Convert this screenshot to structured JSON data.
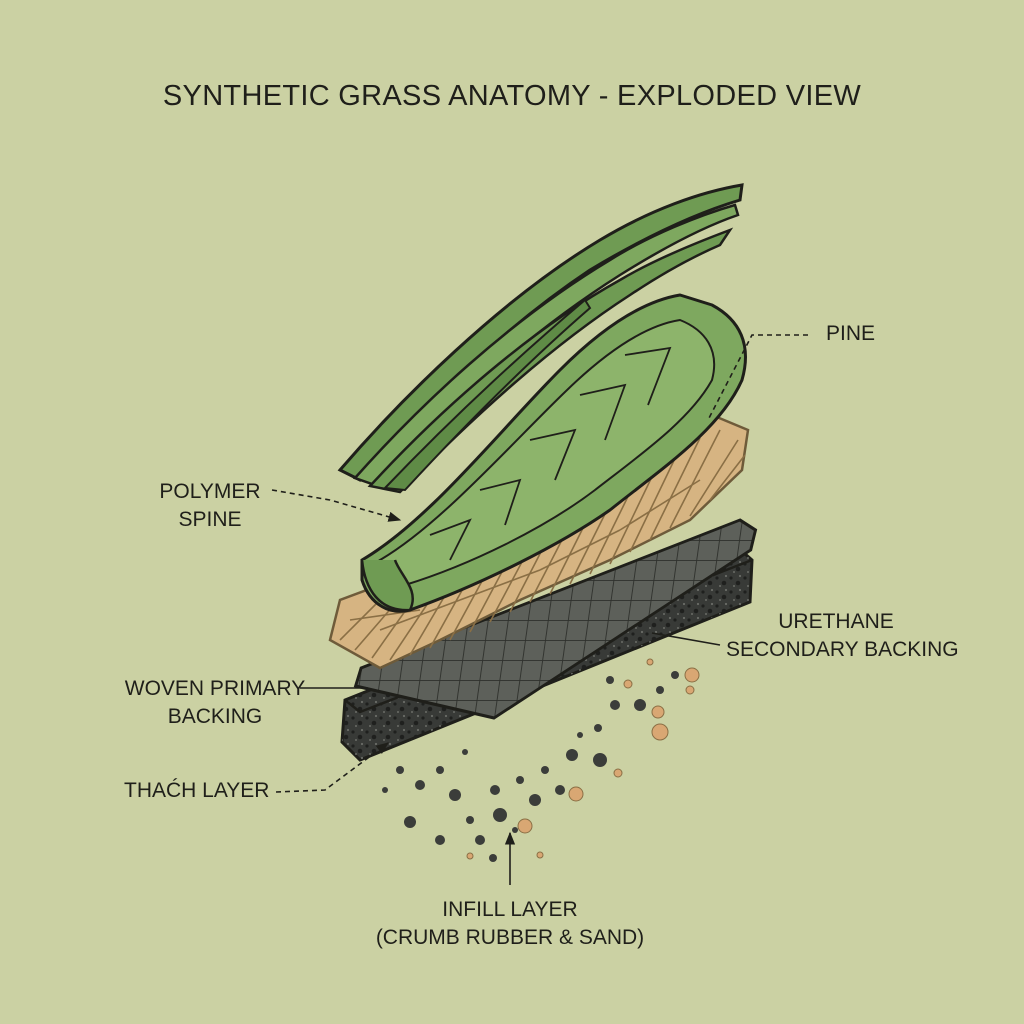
{
  "title": "SYNTHETIC GRASS ANATOMY - EXPLODED VIEW",
  "labels": {
    "pine": "PINE",
    "polymer_spine": [
      "POLYMER",
      "SPINE"
    ],
    "urethane_backing": [
      "URETHANE",
      "SECONDARY BACKING"
    ],
    "woven_backing": [
      "WOVEN PRIMARY",
      "BACKING"
    ],
    "thatch_layer": "THAĆH LAYER",
    "infill_layer": [
      "INFILL LAYER",
      "(CRUMB RUBBER & SAND)"
    ]
  },
  "colors": {
    "background": "#cbd1a3",
    "blade_green": "#6f9b53",
    "blade_light": "#8db46b",
    "thatch_tan": "#d6b482",
    "woven_grey": "#5d605a",
    "urethane_dark": "#383a37",
    "sand": "#d9a773",
    "rubber": "#3b3d3a"
  }
}
